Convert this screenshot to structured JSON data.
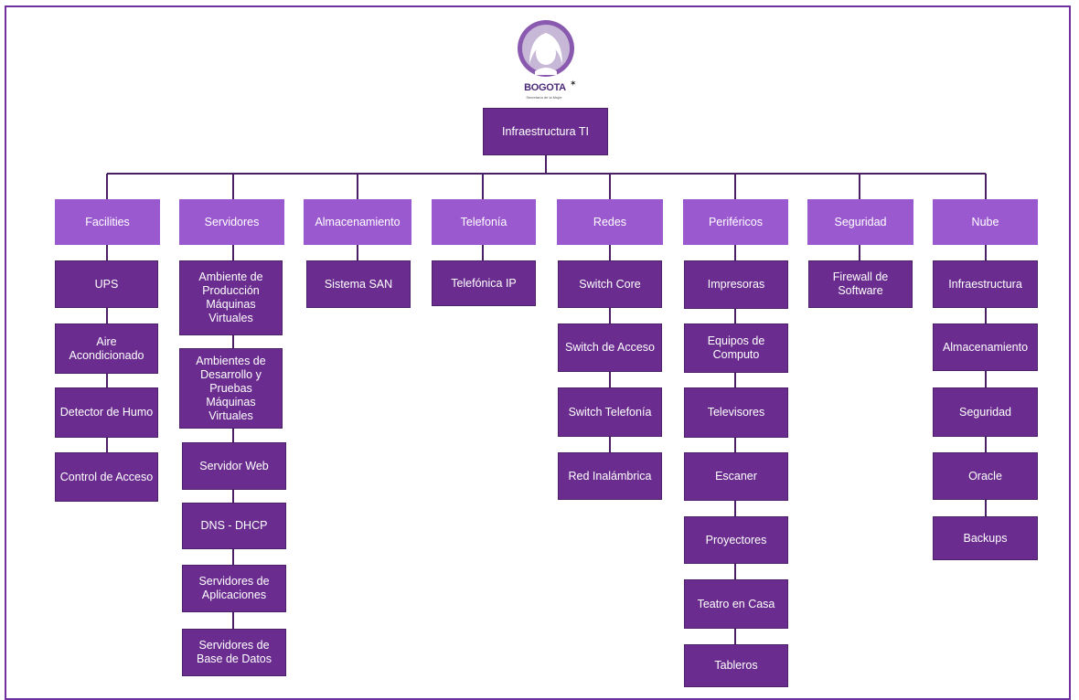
{
  "logo": {
    "text": "BOGOTA",
    "subtitle": "Secretaría de la Mujer"
  },
  "root": {
    "label": "Infraestructura TI"
  },
  "categories": [
    {
      "label": "Facilities",
      "items": [
        "UPS",
        "Aire Acondicionado",
        "Detector de Humo",
        "Control de Acceso"
      ]
    },
    {
      "label": "Servidores",
      "items": [
        "Ambiente de Producción Máquinas Virtuales",
        "Ambientes de Desarrollo y Pruebas Máquinas Virtuales",
        "Servidor Web",
        "DNS - DHCP",
        "Servidores de Aplicaciones",
        "Servidores de Base de Datos"
      ]
    },
    {
      "label": "Almacenamiento",
      "items": [
        "Sistema SAN"
      ]
    },
    {
      "label": "Telefonía",
      "items": [
        "Telefónica IP"
      ]
    },
    {
      "label": "Redes",
      "items": [
        "Switch Core",
        "Switch de Acceso",
        "Switch Telefonía",
        "Red Inalámbrica"
      ]
    },
    {
      "label": "Periféricos",
      "items": [
        "Impresoras",
        "Equipos de Computo",
        "Televisores",
        "Escaner",
        "Proyectores",
        "Teatro en Casa",
        "Tableros"
      ]
    },
    {
      "label": "Seguridad",
      "items": [
        "Firewall de Software"
      ]
    },
    {
      "label": "Nube",
      "items": [
        "Infraestructura",
        "Almacenamiento",
        "Seguridad",
        "Oracle",
        "Backups"
      ]
    }
  ],
  "colors": {
    "frame": "#7030a0",
    "category": "#9b59d0",
    "item": "#6a2d8f",
    "connector": "#4a1f66"
  }
}
